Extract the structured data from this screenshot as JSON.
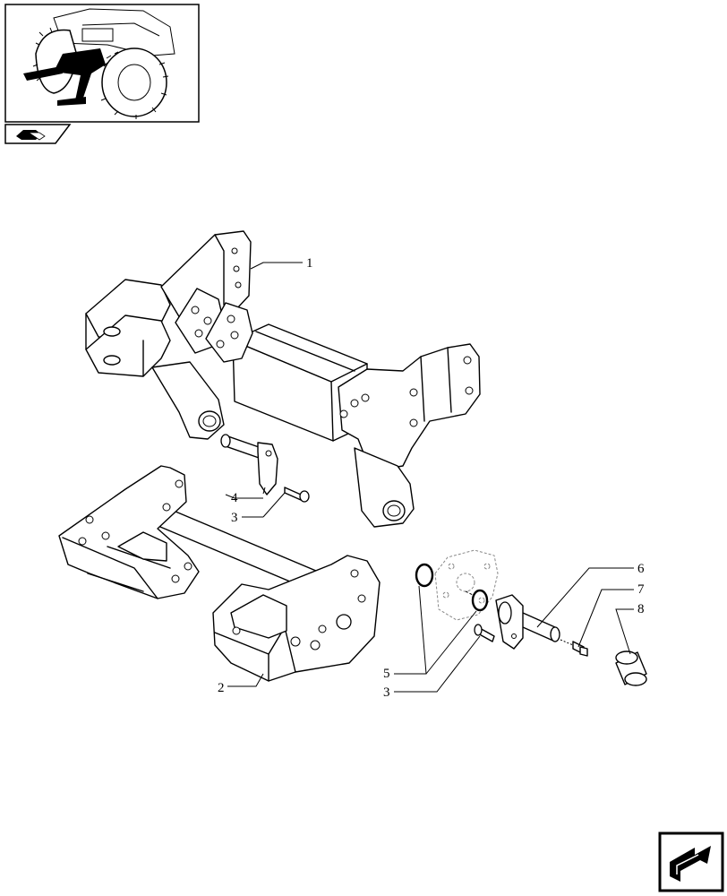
{
  "callouts": {
    "c1": "1",
    "c2": "2",
    "c3a": "3",
    "c3b": "3",
    "c4": "4",
    "c5": "5",
    "c6": "6",
    "c7": "7",
    "c8": "8"
  },
  "icons": {
    "thumbnail": "tractor-location-thumbnail",
    "section": "section-tab-icon",
    "next": "next-page-arrow-icon"
  }
}
